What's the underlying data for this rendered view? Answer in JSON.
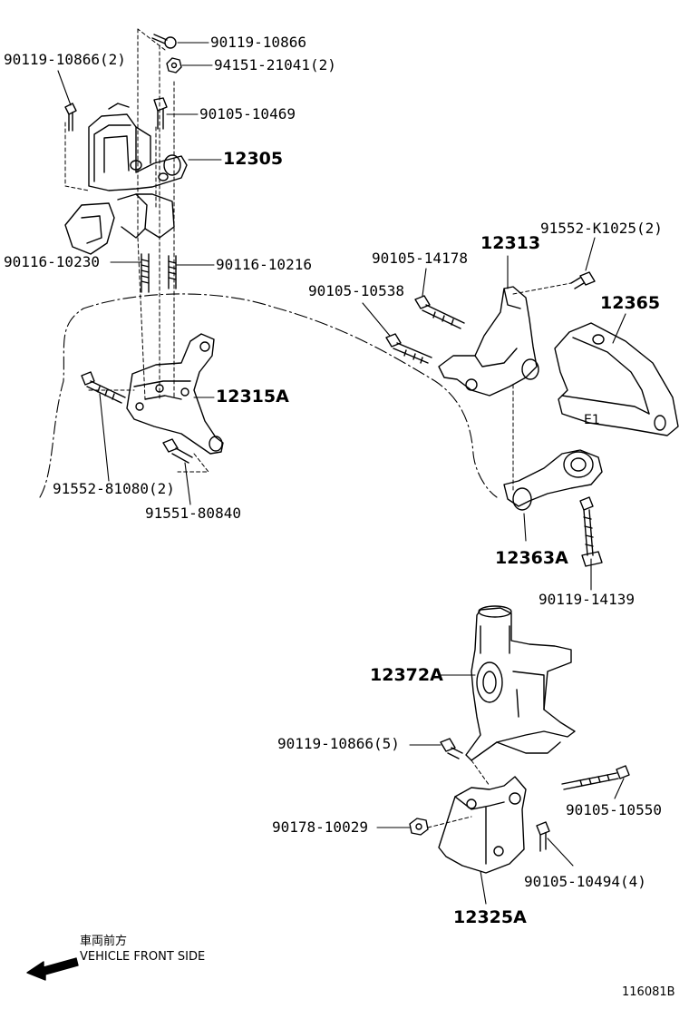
{
  "labels": {
    "p90119_10866_top": "90119-10866",
    "p94151_21041": "94151-21041(2)",
    "p90119_10866_2": "90119-10866(2)",
    "p90105_10469": "90105-10469",
    "p12305": "12305",
    "p90116_10230": "90116-10230",
    "p90116_10216": "90116-10216",
    "p12315A": "12315A",
    "p91552_81080": "91552-81080(2)",
    "p91551_80840": "91551-80840",
    "p12313": "12313",
    "p91552_K1025": "91552-K1025(2)",
    "p90105_14178": "90105-14178",
    "p90105_10538": "90105-10538",
    "p12365": "12365",
    "p12363A": "12363A",
    "p90119_14139": "90119-14139",
    "p12372A": "12372A",
    "p90119_10866_5": "90119-10866(5)",
    "p90105_10550": "90105-10550",
    "p90178_10029": "90178-10029",
    "p90105_10494": "90105-10494(4)",
    "p12325A": "12325A"
  },
  "bracket_mark": "E1",
  "footer": {
    "jp_direction": "車両前方",
    "en_direction": "VEHICLE FRONT SIDE",
    "diagram_id": "116081B"
  }
}
